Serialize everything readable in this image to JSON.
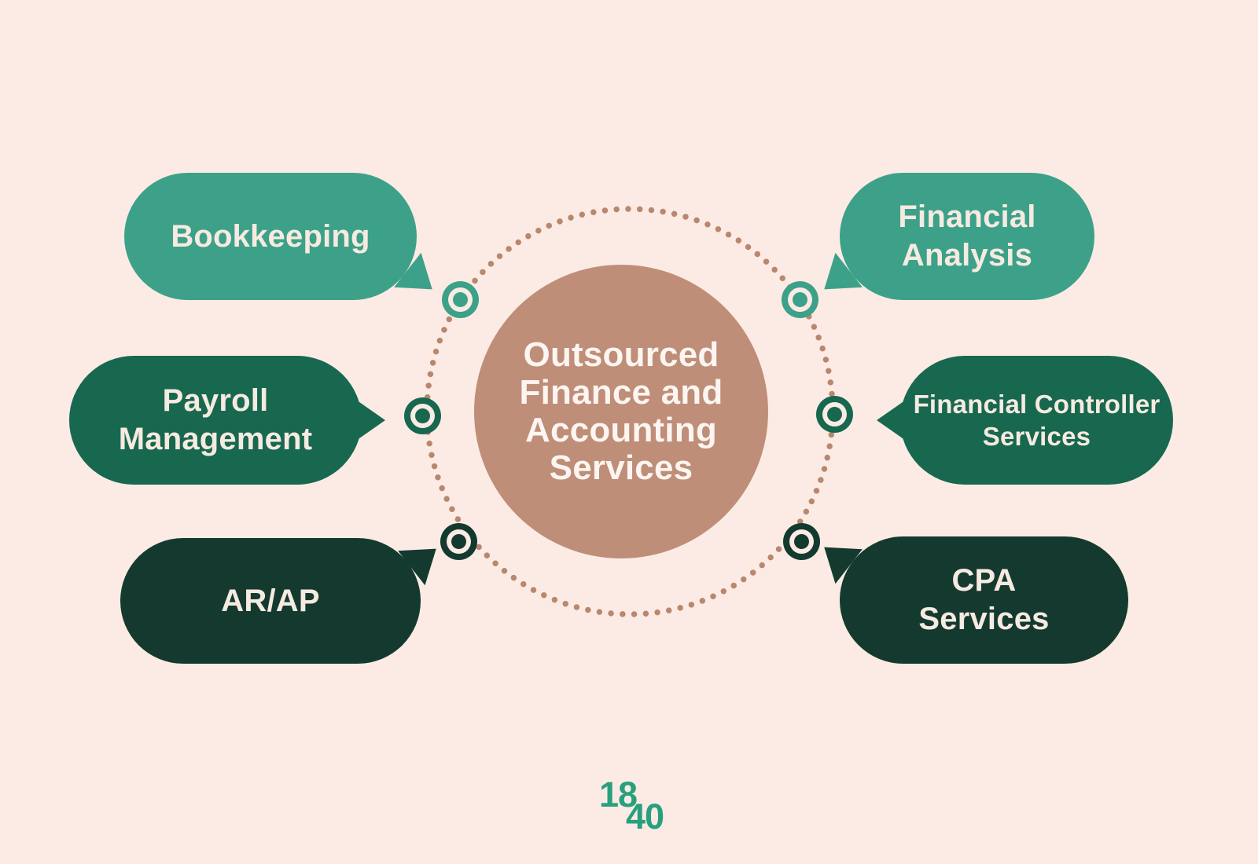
{
  "palette": {
    "background": "#fcebe4",
    "center_circle": "#bf8e78",
    "dotted_ring": "#b8886e",
    "teal": "#3da189",
    "green": "#17684f",
    "dark_green": "#143a30",
    "bubble_text": "#f6eae1",
    "center_text": "#fcf5f1",
    "logo_green": "#27a07d"
  },
  "center": {
    "title": [
      "Outsourced",
      "Finance and",
      "Accounting",
      "Services"
    ]
  },
  "bubbles": [
    {
      "id": "bookkeeping",
      "label": [
        "Bookkeeping"
      ],
      "color": "#3da189"
    },
    {
      "id": "payroll-management",
      "label": [
        "Payroll",
        "Management"
      ],
      "color": "#17684f"
    },
    {
      "id": "ar-ap",
      "label": [
        "AR/AP"
      ],
      "color": "#143a30"
    },
    {
      "id": "financial-analysis",
      "label": [
        "Financial",
        "Analysis"
      ],
      "color": "#3da189"
    },
    {
      "id": "financial-controller-services",
      "label": [
        "Financial Controller",
        "Services"
      ],
      "color": "#17684f"
    },
    {
      "id": "cpa-services",
      "label": [
        "CPA",
        "Services"
      ],
      "color": "#143a30"
    }
  ],
  "logo": {
    "line1": "18",
    "line2": "40"
  }
}
